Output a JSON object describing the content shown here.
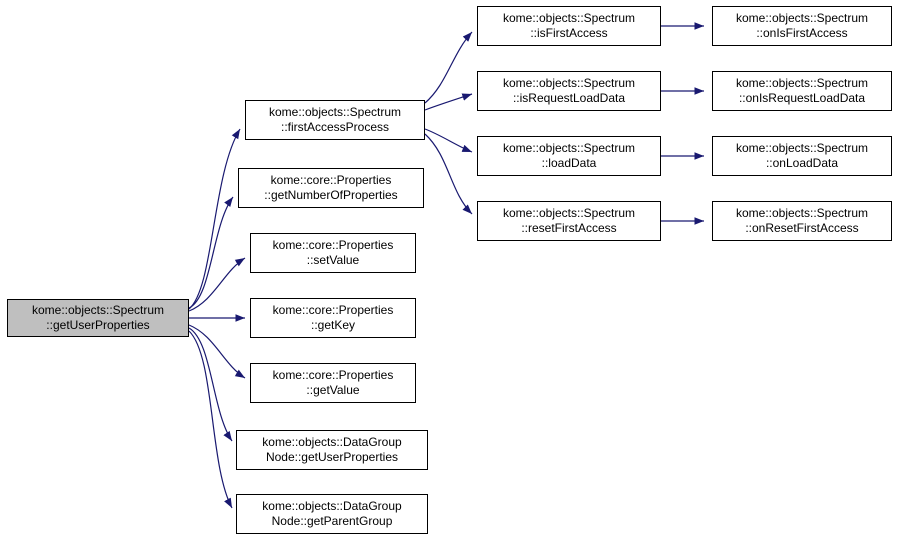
{
  "diagram": {
    "type": "call-graph",
    "background_color": "#ffffff",
    "edge_color": "#191970",
    "node_border_color": "#000000",
    "node_fill_color": "#ffffff",
    "highlight_fill_color": "#bfbfbf",
    "text_color": "#000000"
  },
  "nodes": [
    {
      "id": "getUserProperties",
      "line1": "kome::objects::Spectrum",
      "line2": "::getUserProperties",
      "highlighted": true
    },
    {
      "id": "firstAccessProcess",
      "line1": "kome::objects::Spectrum",
      "line2": "::firstAccessProcess",
      "highlighted": false
    },
    {
      "id": "getNumberOfProperties",
      "line1": "kome::core::Properties",
      "line2": "::getNumberOfProperties",
      "highlighted": false
    },
    {
      "id": "setValue",
      "line1": "kome::core::Properties",
      "line2": "::setValue",
      "highlighted": false
    },
    {
      "id": "getKey",
      "line1": "kome::core::Properties",
      "line2": "::getKey",
      "highlighted": false
    },
    {
      "id": "getValue",
      "line1": "kome::core::Properties",
      "line2": "::getValue",
      "highlighted": false
    },
    {
      "id": "datagroup-getUserProperties",
      "line1": "kome::objects::DataGroup",
      "line2": "Node::getUserProperties",
      "highlighted": false
    },
    {
      "id": "datagroup-getParentGroup",
      "line1": "kome::objects::DataGroup",
      "line2": "Node::getParentGroup",
      "highlighted": false
    },
    {
      "id": "isFirstAccess",
      "line1": "kome::objects::Spectrum",
      "line2": "::isFirstAccess",
      "highlighted": false
    },
    {
      "id": "isRequestLoadData",
      "line1": "kome::objects::Spectrum",
      "line2": "::isRequestLoadData",
      "highlighted": false
    },
    {
      "id": "loadData",
      "line1": "kome::objects::Spectrum",
      "line2": "::loadData",
      "highlighted": false
    },
    {
      "id": "resetFirstAccess",
      "line1": "kome::objects::Spectrum",
      "line2": "::resetFirstAccess",
      "highlighted": false
    },
    {
      "id": "onIsFirstAccess",
      "line1": "kome::objects::Spectrum",
      "line2": "::onIsFirstAccess",
      "highlighted": false
    },
    {
      "id": "onIsRequestLoadData",
      "line1": "kome::objects::Spectrum",
      "line2": "::onIsRequestLoadData",
      "highlighted": false
    },
    {
      "id": "onLoadData",
      "line1": "kome::objects::Spectrum",
      "line2": "::onLoadData",
      "highlighted": false
    },
    {
      "id": "onResetFirstAccess",
      "line1": "kome::objects::Spectrum",
      "line2": "::onResetFirstAccess",
      "highlighted": false
    }
  ],
  "edges": [
    {
      "from": "getUserProperties",
      "to": "firstAccessProcess"
    },
    {
      "from": "getUserProperties",
      "to": "getNumberOfProperties"
    },
    {
      "from": "getUserProperties",
      "to": "setValue"
    },
    {
      "from": "getUserProperties",
      "to": "getKey"
    },
    {
      "from": "getUserProperties",
      "to": "getValue"
    },
    {
      "from": "getUserProperties",
      "to": "datagroup-getUserProperties"
    },
    {
      "from": "getUserProperties",
      "to": "datagroup-getParentGroup"
    },
    {
      "from": "firstAccessProcess",
      "to": "isFirstAccess"
    },
    {
      "from": "firstAccessProcess",
      "to": "isRequestLoadData"
    },
    {
      "from": "firstAccessProcess",
      "to": "loadData"
    },
    {
      "from": "firstAccessProcess",
      "to": "resetFirstAccess"
    },
    {
      "from": "isFirstAccess",
      "to": "onIsFirstAccess"
    },
    {
      "from": "isRequestLoadData",
      "to": "onIsRequestLoadData"
    },
    {
      "from": "loadData",
      "to": "onLoadData"
    },
    {
      "from": "resetFirstAccess",
      "to": "onResetFirstAccess"
    }
  ]
}
